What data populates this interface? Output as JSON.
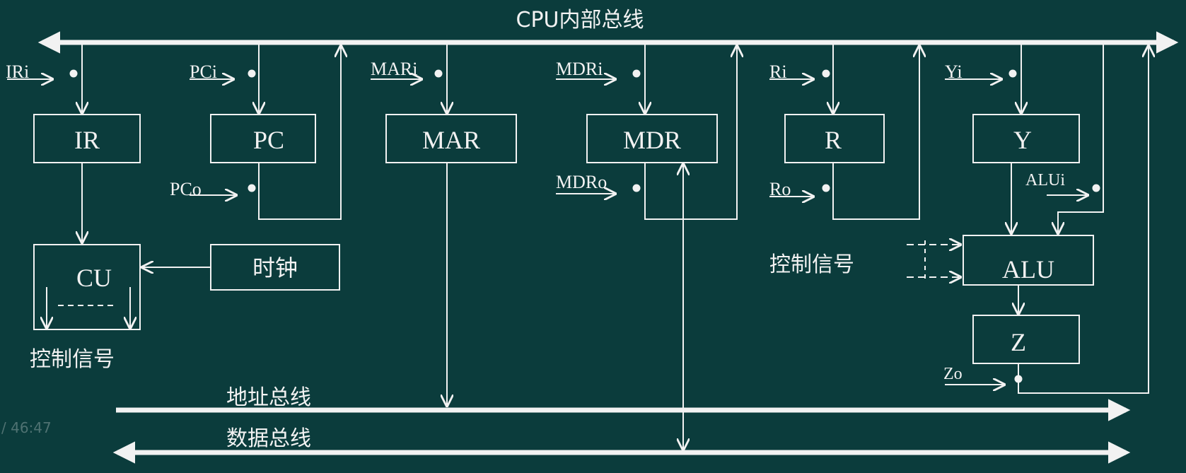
{
  "buses": {
    "internal_bus": "CPU内部总线",
    "address_bus": "地址总线",
    "data_bus": "数据总线"
  },
  "registers": {
    "ir": "IR",
    "pc": "PC",
    "mar": "MAR",
    "mdr": "MDR",
    "r": "R",
    "y": "Y",
    "alu": "ALU",
    "z": "Z",
    "cu": "CU",
    "clock": "时钟"
  },
  "signals": {
    "ir_in": "IRi",
    "pc_in": "PCi",
    "pc_out": "PCo",
    "mar_in": "MARi",
    "mdr_in": "MDRi",
    "mdr_out": "MDRo",
    "r_in": "Ri",
    "r_out": "Ro",
    "y_in": "Yi",
    "alu_in": "ALUi",
    "z_out": "Zo"
  },
  "control_signals": {
    "cu_output": "控制信号",
    "alu_input": "控制信号"
  },
  "player": {
    "timestamp": "/ 46:47"
  },
  "colors": {
    "background": "#0b3c3c",
    "foreground": "#f2f2f2"
  }
}
